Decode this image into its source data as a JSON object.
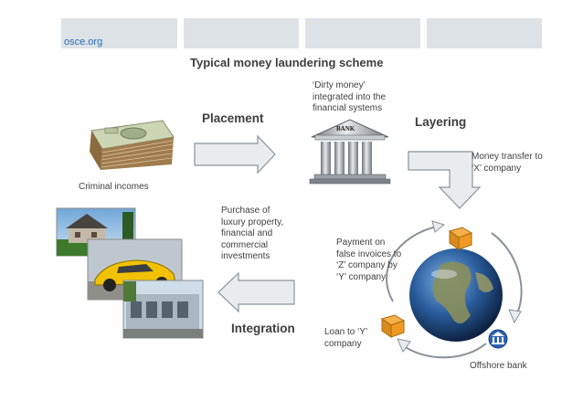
{
  "header": {
    "source": "osce.org"
  },
  "title": "Typical money laundering scheme",
  "stages": {
    "placement": "Placement",
    "layering": "Layering",
    "integration": "Integration"
  },
  "notes": {
    "criminal_incomes": "Criminal incomes",
    "dirty_money": "‘Dirty money’ integrated into the financial systems",
    "bank_sign": "BANK",
    "money_transfer": "Money transfer to ‘X’ company",
    "purchase": "Purchase of luxury property, financial and commercial investments",
    "payment": "Payment on false invoices to ‘Z’ company by ‘Y’ company",
    "loan": "Loan to ‘Y’ company",
    "offshore": "Offshore bank"
  },
  "colors": {
    "header_box": "#dde2e6",
    "source_text": "#2a6fb0",
    "arrow_fill": "#e9ecef",
    "arrow_stroke": "#8a9299"
  }
}
